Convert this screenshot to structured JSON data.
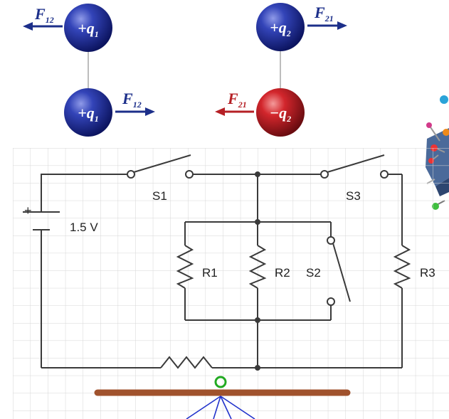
{
  "charges": {
    "top_left": {
      "sign": "+",
      "name": "q",
      "sub": "1",
      "color": "#1a2a8c"
    },
    "bottom_left": {
      "sign": "+",
      "name": "q",
      "sub": "1",
      "color": "#1a2a8c"
    },
    "top_right": {
      "sign": "+",
      "name": "q",
      "sub": "2",
      "color": "#1a2a8c"
    },
    "bottom_right": {
      "sign": "−",
      "name": "q",
      "sub": "2",
      "color": "#c0202a"
    }
  },
  "forces": {
    "f12_top": {
      "name": "F",
      "sub": "12"
    },
    "f12_bottom": {
      "name": "F",
      "sub": "12"
    },
    "f21_top": {
      "name": "F",
      "sub": "21"
    },
    "f21_bottom": {
      "name": "F",
      "sub": "21"
    }
  },
  "circuit": {
    "battery_plus": "+",
    "battery_voltage": "1.5 V",
    "switch_s1": "S1",
    "switch_s2": "S2",
    "switch_s3": "S3",
    "resistor_r1": "R1",
    "resistor_r2": "R2",
    "resistor_r3": "R3"
  },
  "colors": {
    "wire": "#3a3a3a",
    "grid": "#d8d8d8",
    "force_blue": "#1c2f8a",
    "force_red": "#b52025",
    "lever_bar": "#a0522d",
    "pivot": "#22aa22",
    "rays": "#2233cc"
  }
}
